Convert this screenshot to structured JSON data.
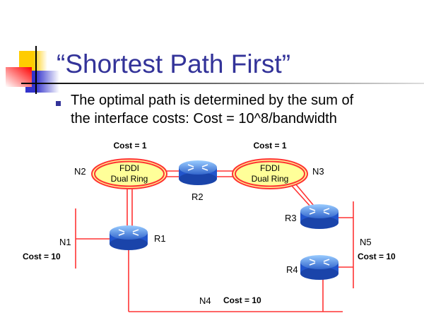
{
  "slide": {
    "title": "“Shortest Path First”",
    "bullet_line1": "The optimal path is determined by the sum of",
    "bullet_line2": "the interface costs: Cost = 10^8/bandwidth",
    "accent_color": "#333399"
  },
  "diagram": {
    "n2_cost": "Cost = 1",
    "n3_cost": "Cost = 1",
    "n2": "N2",
    "n3": "N3",
    "ring_line1": "FDDI",
    "ring_line2": "Dual Ring",
    "r1": "R1",
    "r2": "R2",
    "r3": "R3",
    "r4": "R4",
    "n1": "N1",
    "n1_cost": "Cost = 10",
    "n4": "N4",
    "n4_cost": "Cost = 10",
    "n5": "N5",
    "n5_cost": "Cost = 10",
    "link_color": "#ff3333"
  }
}
